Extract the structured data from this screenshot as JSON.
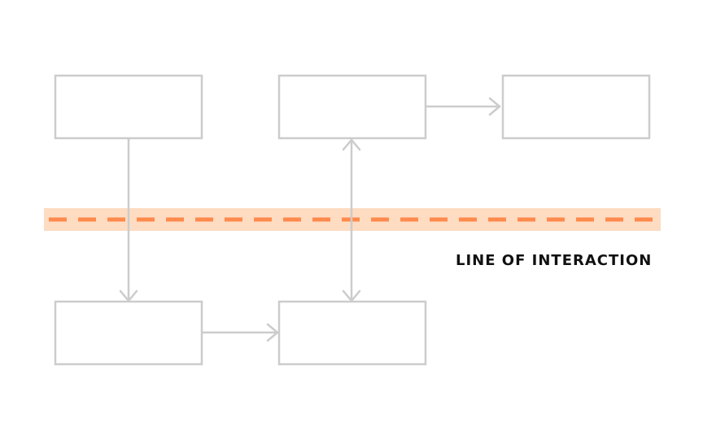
{
  "diagram": {
    "line_label": "LINE OF INTERACTION",
    "colors": {
      "box_stroke": "#cccccc",
      "connector": "#cccccc",
      "band_fill": "#fddcc2",
      "dashed_line": "#ff8a4c",
      "label_text": "#111111"
    },
    "nodes": [
      {
        "id": "top-left",
        "row": "top",
        "label": ""
      },
      {
        "id": "top-middle",
        "row": "top",
        "label": ""
      },
      {
        "id": "top-right",
        "row": "top",
        "label": ""
      },
      {
        "id": "bottom-left",
        "row": "bottom",
        "label": ""
      },
      {
        "id": "bottom-middle",
        "row": "bottom",
        "label": ""
      }
    ],
    "edges": [
      {
        "from": "top-middle",
        "to": "top-right",
        "style": "arrow"
      },
      {
        "from": "top-left",
        "to": "bottom-left",
        "style": "arrow"
      },
      {
        "from": "bottom-left",
        "to": "bottom-middle",
        "style": "arrow"
      },
      {
        "from": "top-middle",
        "to": "bottom-middle",
        "style": "double-arrow"
      }
    ]
  }
}
